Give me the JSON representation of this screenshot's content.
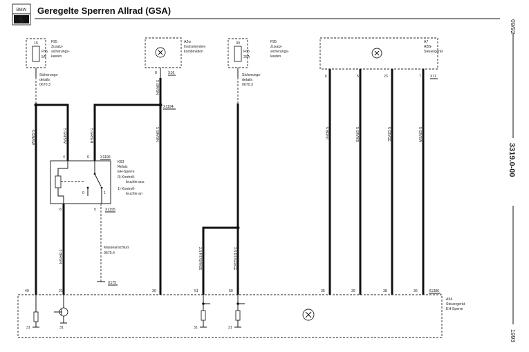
{
  "header": {
    "logo_top": "BMW",
    "logo_bottom": "5",
    "title": "Geregelte Sperren Allrad (GSA)"
  },
  "side": {
    "date": "09/92",
    "code": "3319.0-00",
    "year": "1993"
  },
  "f56": {
    "terminal": "15",
    "fuse": "F56",
    "amp": "5A",
    "unit": [
      "F95",
      "Zusatz-",
      "sicherungs-",
      "kasten"
    ],
    "note": [
      "Sicherungs-",
      "details",
      "0670.3"
    ]
  },
  "a2": {
    "name": [
      "A2w",
      "Instrumenten-",
      "kombination"
    ],
    "pin": "8",
    "connector": "X16"
  },
  "f65": {
    "terminal": "30",
    "fuse": "F65",
    "amp": "25A",
    "unit": [
      "F95",
      "Zusatz-",
      "sicherungs-",
      "kasten"
    ],
    "note": [
      "Sicherungs-",
      "details",
      "0670.3"
    ]
  },
  "a7": {
    "name": [
      "A7",
      "ABS-",
      "Steuergerät"
    ],
    "pins": [
      "6",
      "5",
      "23",
      "7"
    ],
    "connector": "X11"
  },
  "wires": {
    "w1": "5 GN/SW",
    "w2": "5 GN/SW",
    "w3": "5 GR/GN",
    "w4": "5 GR/GN",
    "w4b": "5 GR/GN",
    "w_br_gn": ".5 BR/GN",
    "w_rt1": "2.5 RT/GR/GE",
    "w_rt2": "2.5 RT/GR/GE",
    "w_a7": [
      "5 BR/VI",
      "5 GR/WS",
      "5 GR/GE",
      "5 GR/SW"
    ],
    "x1194": "X1194"
  },
  "k63": {
    "pins_top": [
      "4",
      "6"
    ],
    "pins_bottom": [
      "8",
      "5"
    ],
    "connector_top": "X1196",
    "connector_bottom": "X1195",
    "label": [
      "K63",
      "Relais",
      "EH-Sperre"
    ],
    "state0": [
      "0)  Kontroll-",
      "leuchte aus"
    ],
    "state1": [
      "1)  Kontroll-",
      "leuchte an"
    ],
    "sw0": "0",
    "sw1": "1"
  },
  "ground": {
    "label": [
      "Masseanschluß",
      "0670.4"
    ],
    "connector": "X175"
  },
  "a54": {
    "pins": [
      "49",
      "21",
      "30",
      "51",
      "50",
      "35",
      "39",
      "38",
      "36"
    ],
    "connector": "X1386",
    "name": [
      "A54",
      "Steuergerät",
      "EH-Sperre"
    ],
    "ground": [
      "31",
      "31",
      "31",
      "31"
    ]
  }
}
